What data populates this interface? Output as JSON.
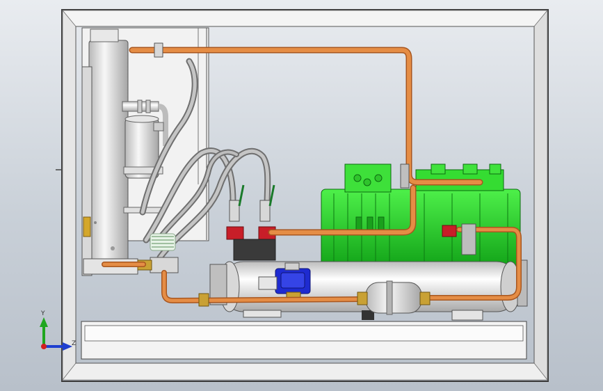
{
  "view": {
    "background_top": "#e9ecf0",
    "background_bottom": "#b8c0ca",
    "triad_x_label": "",
    "triad_y_label": "Y",
    "triad_z_label": "Z"
  },
  "colors": {
    "copper": "#d9833e",
    "copper_dark": "#a8561f",
    "compressor_green": "#22d11e",
    "compressor_green_dark": "#12901a",
    "solenoid_blue": "#1e2bd0",
    "valve_red": "#c81e28",
    "brass": "#c9a134",
    "frame_gray": "#f2f2f2",
    "hose_gray": "#9a9a9a"
  },
  "scene_objects": [
    "frame",
    "condenser",
    "receiver-tank",
    "hoses",
    "compressor",
    "shell-heat-exchanger",
    "filter-drier",
    "solenoid-valve",
    "ball-valves",
    "copper-piping",
    "base-plate"
  ]
}
